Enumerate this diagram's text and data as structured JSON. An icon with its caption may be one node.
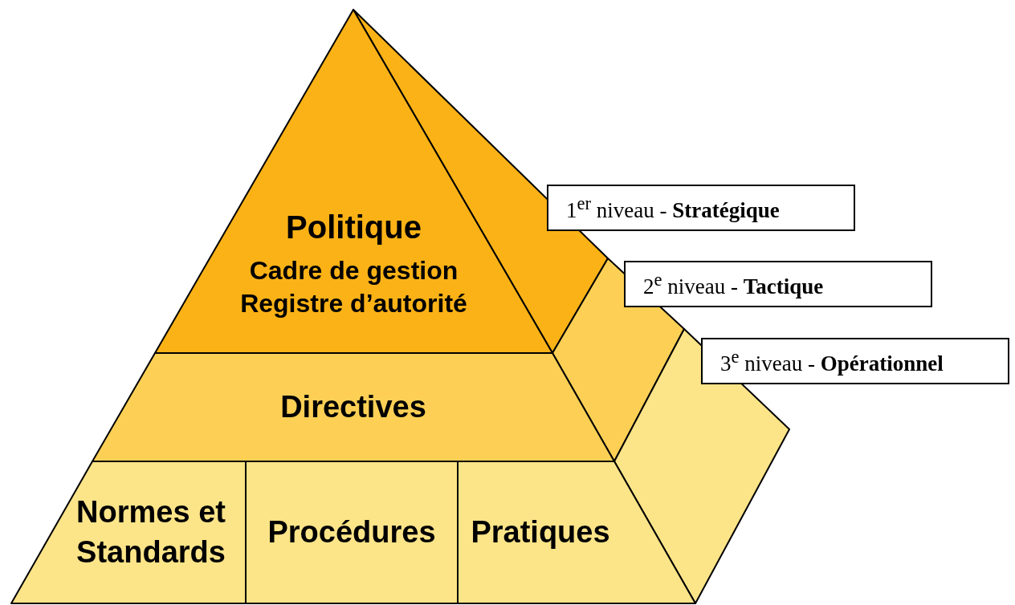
{
  "diagram": {
    "nodes": [
      {
        "text": [
          "Politique",
          "Cadre de gestion",
          "Registre d’autorité"
        ]
      },
      {
        "text": [
          "Directives"
        ]
      },
      {
        "text": [
          "Normes et Standards"
        ]
      },
      {
        "text": [
          "Procédures"
        ]
      },
      {
        "text": [
          "Pratiques"
        ]
      },
      {
        "text": [
          "1$^{er}$ niveau - **Stratégique**"
        ]
      },
      {
        "text": [
          "2$^{e}$ niveau - **Tactique**"
        ]
      },
      {
        "text": [
          "3$^{e}$ niveau - **Opérationnel**"
        ]
      }
    ],
    "edges": []
  }
}
